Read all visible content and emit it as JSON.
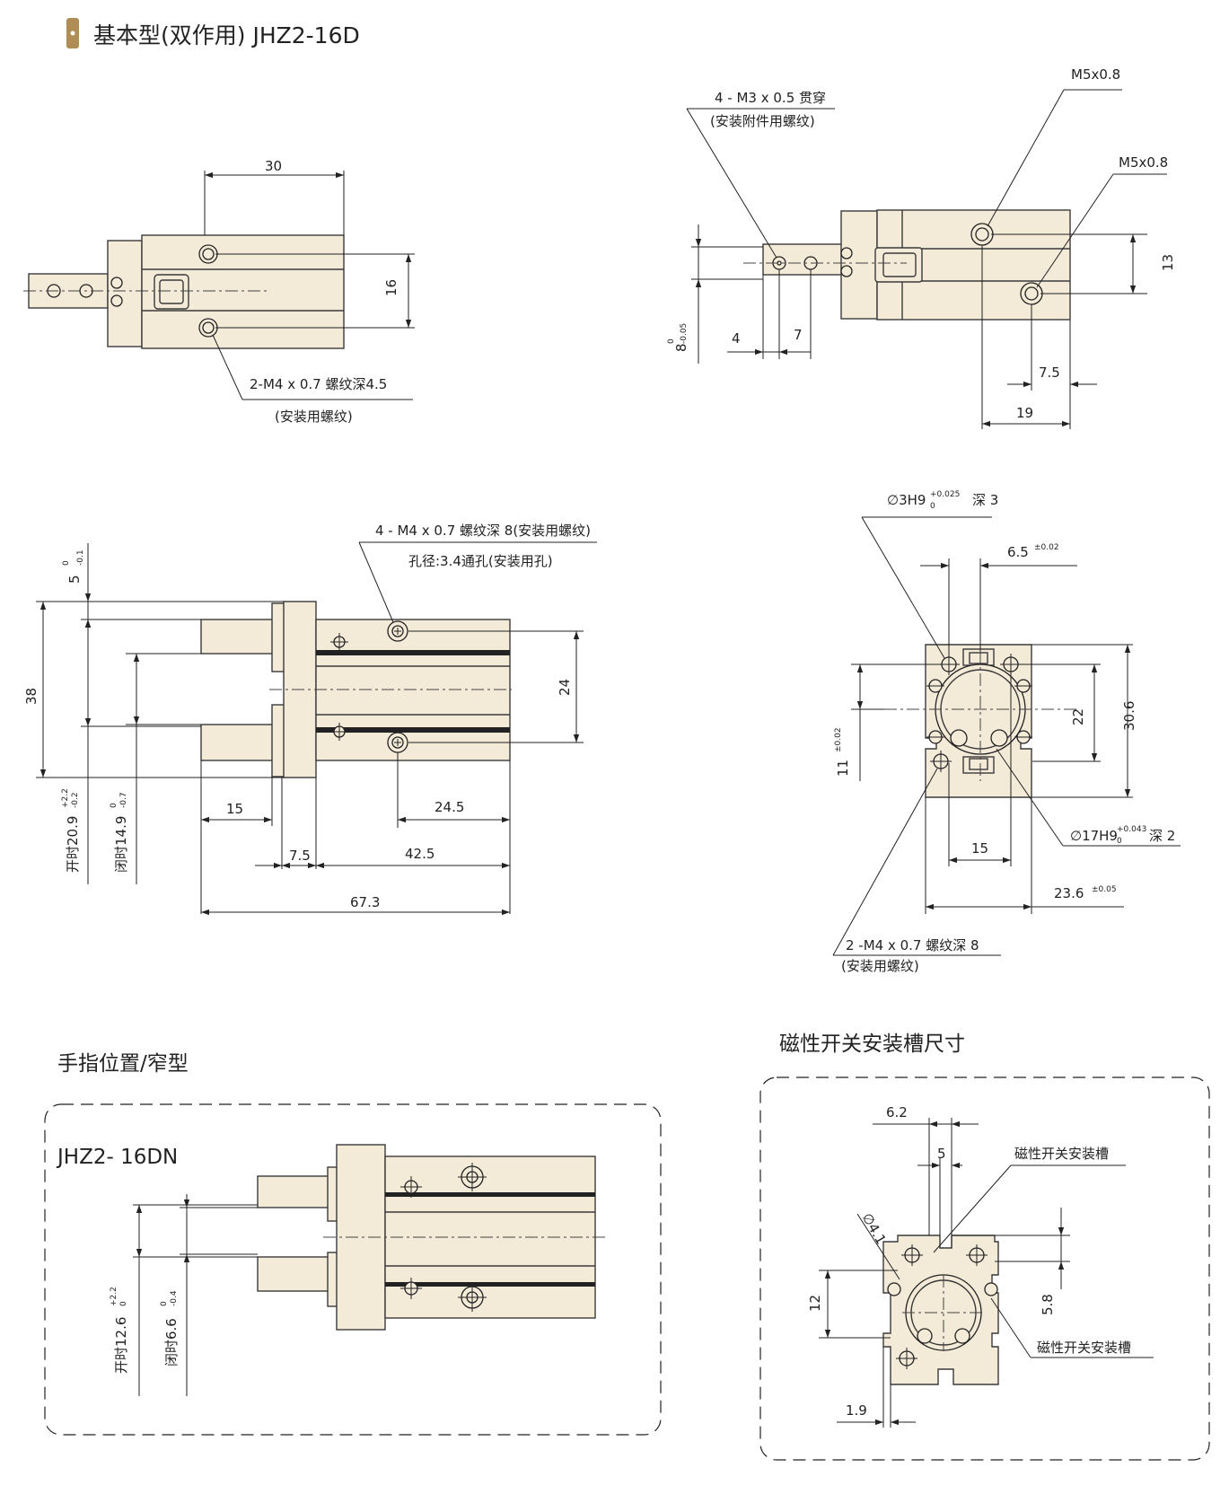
{
  "header": {
    "title": "基本型(双作用) JHZ2-16D",
    "accent_color": "#b08d57"
  },
  "colors": {
    "part_fill": "#f4ead8",
    "line": "#222222"
  },
  "view1": {
    "d30": "30",
    "d16": "16",
    "note_l1": "2-M4 x 0.7 螺纹深4.5",
    "note_l2": "(安装用螺纹)"
  },
  "view2": {
    "note_l1": "4 - M3 x 0.5 贯穿",
    "note_l2": "(安装附件用螺纹)",
    "port1": "M5x0.8",
    "port2": "M5x0.8",
    "d13": "13",
    "d8": "8",
    "d8_tol_up": "0",
    "d8_tol_dn": "-0.05",
    "d4": "4",
    "d7": "7",
    "d7_5": "7.5",
    "d19": "19"
  },
  "view3": {
    "note_l1": "4 - M4 x 0.7 螺纹深 8(安装用螺纹)",
    "note_l2": "孔径:3.4通孔(安装用孔)",
    "d5": "5",
    "d5_tol_up": "0",
    "d5_tol_dn": "-0.1",
    "d38": "38",
    "d24": "24",
    "open_label": "开时20.9",
    "open_tol_up": "+2.2",
    "open_tol_dn": "-0.2",
    "closed_label": "闭时14.9",
    "closed_tol_up": "0",
    "closed_tol_dn": "-0.7",
    "d15": "15",
    "d24_5": "24.5",
    "d7_5": "7.5",
    "d42_5": "42.5",
    "d67_3": "67.3"
  },
  "view4": {
    "bore_small": "∅3H9",
    "bore_small_tol_up": "+0.025",
    "bore_small_tol_dn": "0",
    "bore_small_depth": "深 3",
    "d6_5": "6.5",
    "d6_5_tol": "±0.02",
    "d11": "11",
    "d11_tol": "±0.02",
    "d22": "22",
    "d30_6": "30.6",
    "bore_big": "∅17H9",
    "bore_big_tol_up": "+0.043",
    "bore_big_tol_dn": "0",
    "bore_big_depth": "深 2",
    "d15": "15",
    "d23_6": "23.6",
    "d23_6_tol": "±0.05",
    "note_l1": "2 -M4 x 0.7 螺纹深 8",
    "note_l2": "(安装用螺纹)"
  },
  "finger": {
    "section_title": "手指位置/窄型",
    "model": "JHZ2- 16DN",
    "open_label": "开时12.6",
    "open_tol_up": "+2.2",
    "open_tol_dn": "0",
    "closed_label": "闭时6.6",
    "closed_tol_up": "0",
    "closed_tol_dn": "-0.4"
  },
  "switch": {
    "section_title": "磁性开关安装槽尺寸",
    "d6_2": "6.2",
    "d5": "5",
    "slot_label1": "磁性开关安装槽",
    "slot_label2": "磁性开关安装槽",
    "dia": "∅4.1",
    "d12": "12",
    "d5_8": "5.8",
    "d1_9": "1.9"
  }
}
